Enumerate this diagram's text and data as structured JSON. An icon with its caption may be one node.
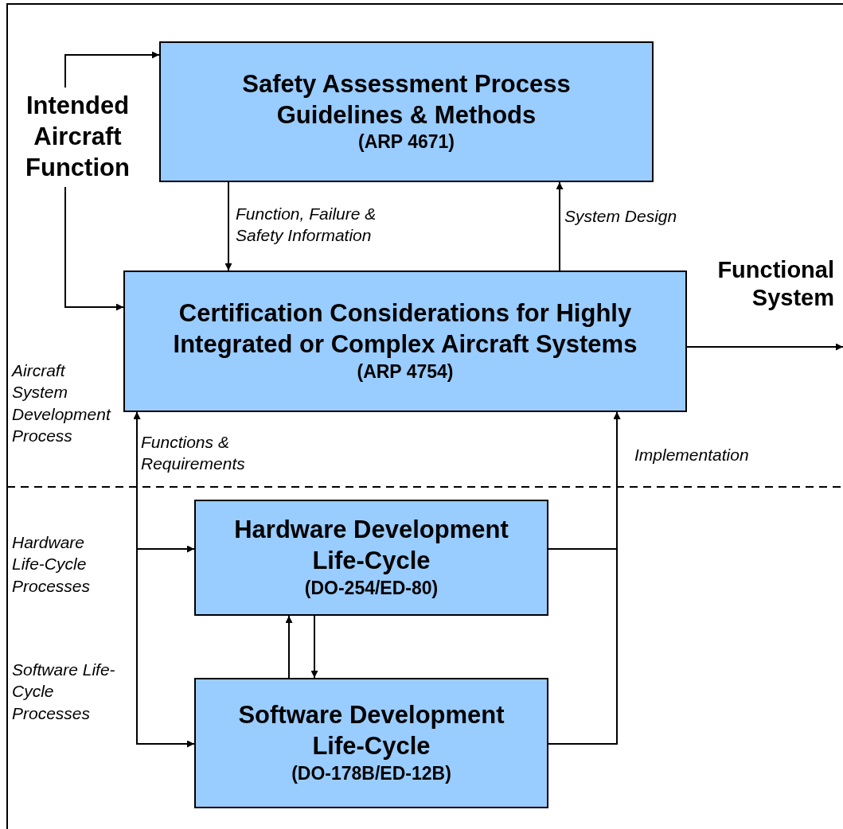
{
  "diagram": {
    "nodes": [
      {
        "text": [
          "Intended Aircraft Function"
        ]
      },
      {
        "text": [
          "Safety Assessment Process Guidelines & Methods",
          "(ARP 4671)"
        ]
      },
      {
        "text": [
          "Certification Considerations for Highly Integrated or Complex Aircraft Systems",
          "(ARP 4754)"
        ]
      },
      {
        "text": [
          "Hardware Development Life-Cycle",
          "(DO-254/ED-80)"
        ]
      },
      {
        "text": [
          "Software Development Life-Cycle",
          "(DO-178B/ED-12B)"
        ]
      }
    ],
    "edges": [
      {
        "from": 0,
        "to": 1,
        "arrow": "to"
      },
      {
        "from": 0,
        "to": 2,
        "arrow": "to"
      },
      {
        "from": 1,
        "to": 2,
        "arrow": "to",
        "label": "Function, Failure & Safety Information"
      },
      {
        "from": 2,
        "to": 1,
        "arrow": "to",
        "label": "System Design"
      },
      {
        "from": 2,
        "to": null,
        "arrow": "to",
        "label": "Functional System"
      },
      {
        "from": 2,
        "to": 3,
        "arrow": "both",
        "label": "Functions & Requirements"
      },
      {
        "from": 2,
        "to": 4,
        "arrow": "both"
      },
      {
        "from": 3,
        "to": 2,
        "arrow": "to",
        "label": "Implementation"
      },
      {
        "from": 4,
        "to": 2,
        "arrow": "to"
      },
      {
        "from": 3,
        "to": 4,
        "arrow": "to"
      },
      {
        "from": 4,
        "to": 3,
        "arrow": "to"
      }
    ],
    "labels": [
      "Aircraft System Development Process",
      "Hardware Life-Cycle Processes",
      "Software Life-Cycle Processes"
    ]
  }
}
